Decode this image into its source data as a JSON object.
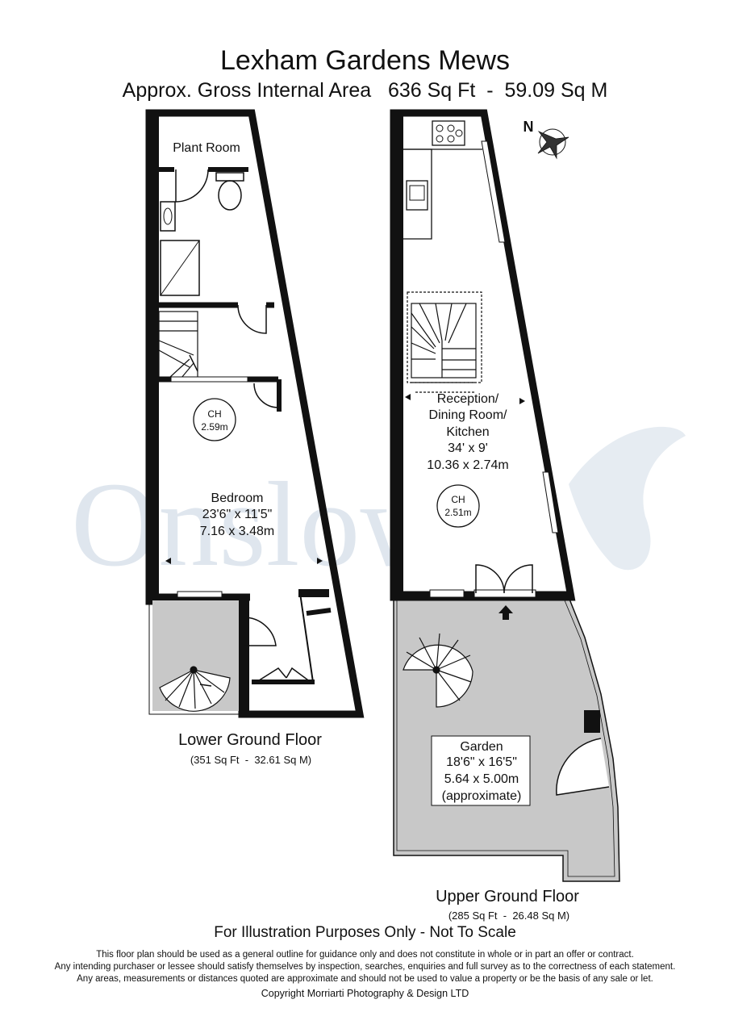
{
  "header": {
    "title": "Lexham Gardens Mews",
    "area_line": "Approx. Gross Internal Area   636 Sq Ft  -  59.09 Sq M"
  },
  "watermark": {
    "text": "Onslows"
  },
  "lower_ground": {
    "name": "Lower Ground Floor",
    "area": "(351 Sq Ft  -  32.61 Sq M)",
    "plant_room": "Plant Room",
    "ceiling": {
      "label": "CH",
      "value": "2.59m"
    },
    "bedroom": {
      "name": "Bedroom",
      "imperial": "23'6\" x 11'5\"",
      "metric": "7.16 x 3.48m"
    }
  },
  "upper_ground": {
    "name": "Upper Ground Floor",
    "area": "(285 Sq Ft  -  26.48 Sq M)",
    "reception": {
      "line1": "Reception/",
      "line2": "Dining Room/",
      "line3": "Kitchen",
      "imperial": "34' x 9'",
      "metric": "10.36 x 2.74m"
    },
    "ceiling": {
      "label": "CH",
      "value": "2.51m"
    },
    "garden": {
      "name": "Garden",
      "imperial": "18'6\" x 16'5\"",
      "metric": "5.64 x 5.00m",
      "note": "(approximate)"
    }
  },
  "compass": {
    "label": "N"
  },
  "footer": {
    "illustration": "For Illustration Purposes Only - Not To Scale",
    "disclaimer_1": "This floor plan should be used as a general outline for guidance only and does not constitute in whole or in part an offer or contract.",
    "disclaimer_2": "Any intending purchaser or lessee should satisfy themselves by inspection, searches, enquiries and full survey as to the correctness of each statement.",
    "disclaimer_3": "Any areas, measurements or distances quoted are approximate and should not be used to value a property or be the basis of any sale or let.",
    "copyright": "Copyright Morriarti Photography & Design LTD"
  },
  "colors": {
    "wall": "#111111",
    "garden_fill": "#c8c8c8",
    "watermark": "#dfe6ee"
  }
}
